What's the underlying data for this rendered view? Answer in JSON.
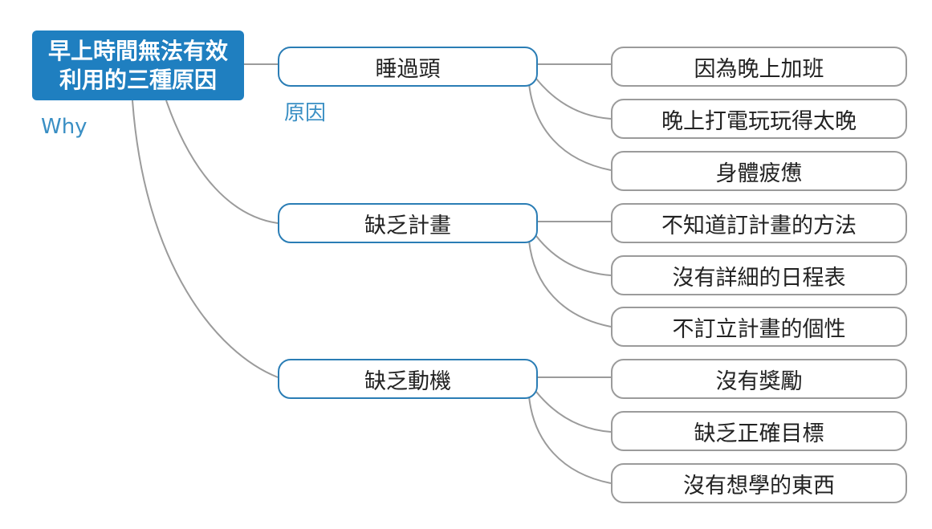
{
  "root": {
    "line1": "早上時間無法有效",
    "line2": "利用的三種原因",
    "caption": "Why",
    "fill_color": "#1f7fc0"
  },
  "branch_caption": "原因",
  "connector_color": "#9b9b9b",
  "branches": [
    {
      "label": "睡過頭",
      "children": [
        "因為晚上加班",
        "晚上打電玩玩得太晚",
        "身體疲憊"
      ]
    },
    {
      "label": "缺乏計畫",
      "children": [
        "不知道訂計畫的方法",
        "沒有詳細的日程表",
        "不訂立計畫的個性"
      ]
    },
    {
      "label": "缺乏動機",
      "children": [
        "沒有獎勵",
        "缺乏正確目標",
        "沒有想學的東西"
      ]
    }
  ]
}
